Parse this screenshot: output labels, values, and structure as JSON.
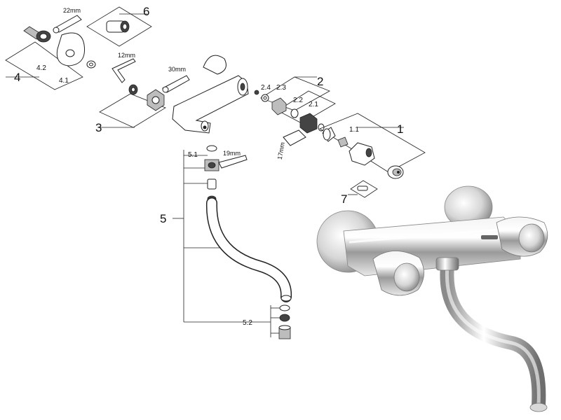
{
  "callouts": {
    "c1": "1",
    "c1_1": "1.1",
    "c2": "2",
    "c2_1": "2.1",
    "c2_2": "2.2",
    "c2_3": "2.3",
    "c2_4": "2.4",
    "c3": "3",
    "c4": "4",
    "c4_1": "4.1",
    "c4_2": "4.2",
    "c5": "5",
    "c5_1": "5.1",
    "c5_2": "5.2",
    "c6": "6",
    "c7": "7"
  },
  "dimensions": {
    "d22": "22mm",
    "d12": "12mm",
    "d30": "30mm",
    "d17": "17mm",
    "d19": "19mm"
  }
}
